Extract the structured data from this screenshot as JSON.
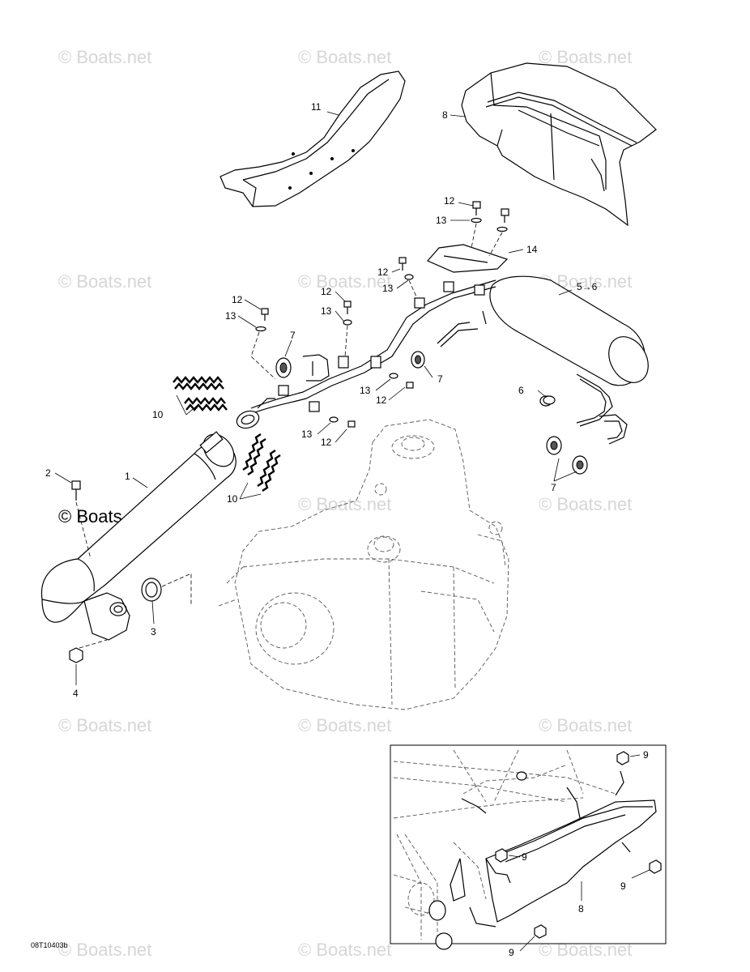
{
  "watermark": {
    "text": "© Boats.net",
    "highlight_text": "© Boats.net"
  },
  "diagram_code": "08T10403b",
  "callouts": {
    "c1": "1",
    "c2": "2",
    "c3": "3",
    "c4": "4",
    "c5": "5→6",
    "c6": "6",
    "c7a": "7",
    "c7b": "7",
    "c7c": "7",
    "c8a": "8",
    "c8b": "8",
    "c9a": "9",
    "c9b": "9",
    "c9c": "9",
    "c9d": "9",
    "c10a": "10",
    "c10b": "10",
    "c11": "11",
    "c12a": "12",
    "c12b": "12",
    "c12c": "12",
    "c12d": "12",
    "c12e": "12",
    "c12f": "12",
    "c13a": "13",
    "c13b": "13",
    "c13c": "13",
    "c13d": "13",
    "c13e": "13",
    "c13f": "13",
    "c14": "14"
  }
}
